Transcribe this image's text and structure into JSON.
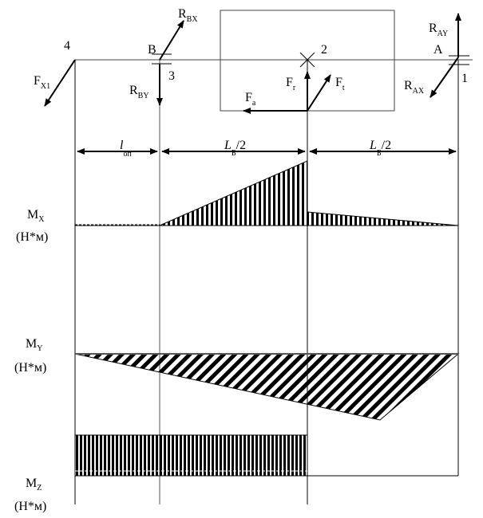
{
  "points": {
    "p1": "1",
    "p2": "2",
    "p3": "3",
    "p4": "4",
    "A": "A",
    "B": "B"
  },
  "forces": {
    "fx1": {
      "main": "F",
      "sub": "X1"
    },
    "rbx": {
      "main": "R",
      "sub": "BX"
    },
    "rby": {
      "main": "R",
      "sub": "BY"
    },
    "ray": {
      "main": "R",
      "sub": "AY"
    },
    "rax": {
      "main": "R",
      "sub": "AX"
    },
    "fr": {
      "main": "F",
      "sub": "r"
    },
    "ft": {
      "main": "F",
      "sub": "t"
    },
    "fa": {
      "main": "F",
      "sub": "a"
    }
  },
  "dimensions": {
    "lop": {
      "main": "l",
      "sub": "оп"
    },
    "lb1": {
      "main": "L",
      "sub": "Б",
      "rest": "/2"
    },
    "lb2": {
      "main": "L",
      "sub": "Б",
      "rest": "/2"
    }
  },
  "diagrams": {
    "mx": {
      "main": "M",
      "sub": "X",
      "unit": "(Н*м)"
    },
    "my": {
      "main": "M",
      "sub": "Y",
      "unit": "(Н*м)"
    },
    "mz": {
      "main": "M",
      "sub": "Z",
      "unit": "(Н*м)"
    }
  }
}
